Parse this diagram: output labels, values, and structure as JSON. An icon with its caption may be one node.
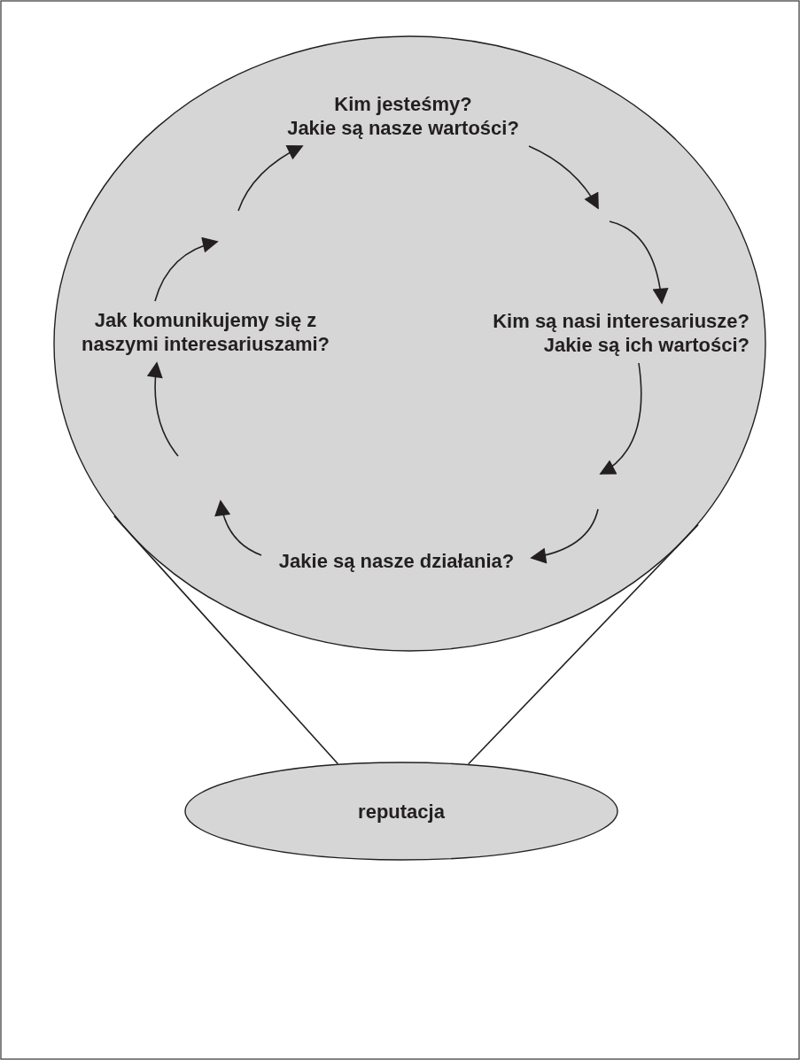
{
  "diagram": {
    "nodes": [
      {
        "text": [],
        "shape": "circle"
      },
      {
        "text": [
          "Kim jesteśmy?",
          "Jakie są nasze wartości?"
        ],
        "in": 0
      },
      {
        "text": [
          "Kim są nasi interesariusze?",
          "Jakie są ich wartości?"
        ],
        "in": 0
      },
      {
        "text": [
          "Jakie są nasze działania?"
        ],
        "in": 0
      },
      {
        "text": [
          "Jak komunikujemy się z naszymi interesariuszami?"
        ],
        "in": 0
      },
      {
        "text": [
          "reputacja"
        ]
      }
    ],
    "edges": [
      {
        "from": 1,
        "to": null,
        "arrow": "to"
      },
      {
        "from": null,
        "to": 2,
        "arrow": "to"
      },
      {
        "from": 2,
        "to": null,
        "arrow": "to"
      },
      {
        "from": null,
        "to": 3,
        "arrow": "to"
      },
      {
        "from": 3,
        "to": null,
        "arrow": "to"
      },
      {
        "from": null,
        "to": 4,
        "arrow": "to"
      },
      {
        "from": 4,
        "to": null,
        "arrow": "to"
      },
      {
        "from": null,
        "to": 1,
        "arrow": "to"
      },
      {
        "from": 0,
        "to": 5,
        "arrow": "none"
      },
      {
        "from": 0,
        "to": 5,
        "arrow": "none"
      }
    ]
  }
}
